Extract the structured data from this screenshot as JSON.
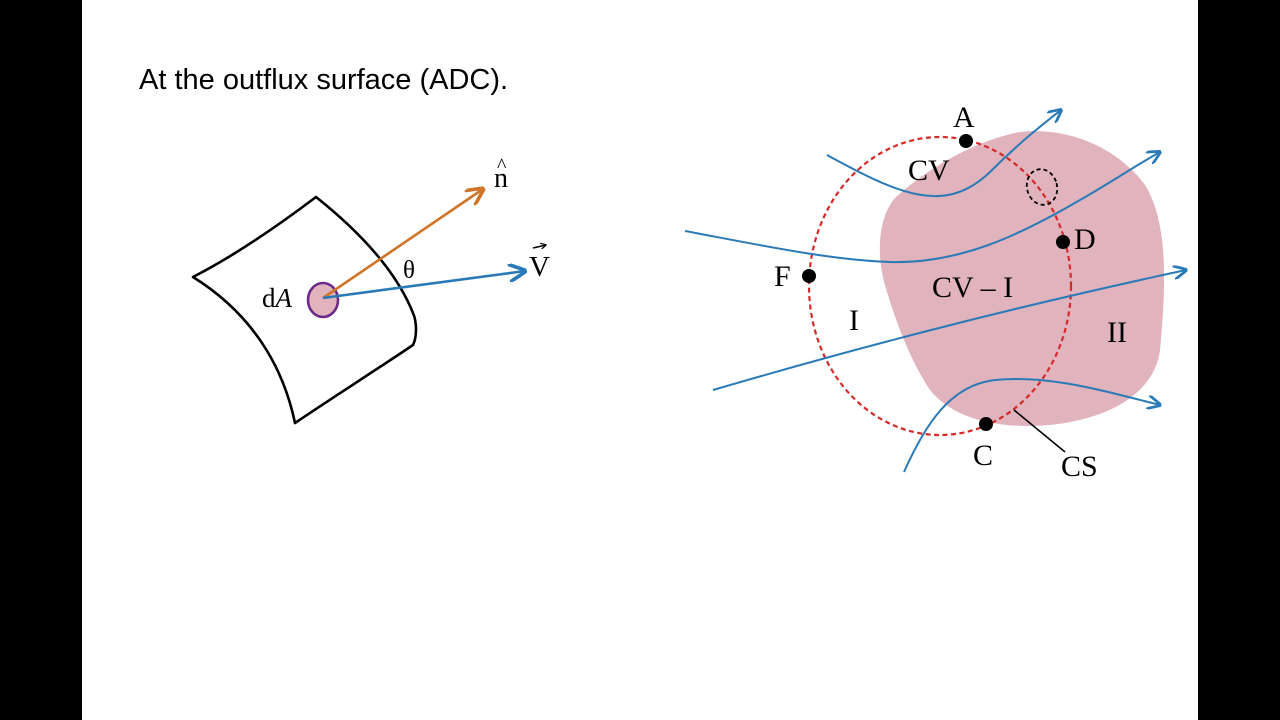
{
  "heading": "At the outflux surface (ADC).",
  "colors": {
    "slide_background": "#ffffff",
    "frame": "#000000",
    "normal_vector": "#d07427",
    "velocity_vector": "#2a7ab8",
    "streamline": "#2a7ab8",
    "system_region": "#e0b3bd",
    "control_surface": "#d42a2a",
    "area_element_fill": "#e0b3bd",
    "area_element_stroke": "#6b2a8a"
  },
  "left_diagram": {
    "label_area_element_d": "d",
    "label_area_element_A": "A",
    "label_normal_base": "n",
    "label_normal_hat": "^",
    "label_velocity_base": "V",
    "label_angle": "θ"
  },
  "right_diagram": {
    "point_A": "A",
    "point_C": "C",
    "point_D": "D",
    "point_F": "F",
    "label_cv": "CV",
    "label_cv_minus_i": "CV – I",
    "label_region_i": "I",
    "label_region_ii": "II",
    "label_cs": "CS"
  }
}
